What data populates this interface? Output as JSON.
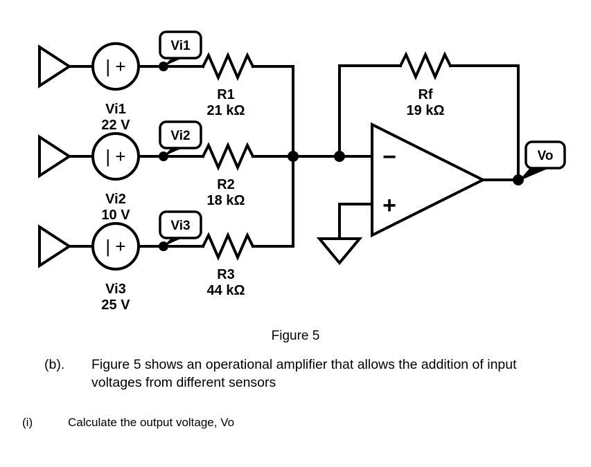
{
  "figure": {
    "caption": "Figure 5",
    "sources": [
      {
        "id": "vi1",
        "callout": "Vi1",
        "name": "Vi1",
        "value": "22 V"
      },
      {
        "id": "vi2",
        "callout": "Vi2",
        "name": "Vi2",
        "value": "10 V"
      },
      {
        "id": "vi3",
        "callout": "Vi3",
        "name": "Vi3",
        "value": "25 V"
      }
    ],
    "resistors": [
      {
        "id": "r1",
        "name": "R1",
        "value": "21 kΩ"
      },
      {
        "id": "r2",
        "name": "R2",
        "value": "18 kΩ"
      },
      {
        "id": "r3",
        "name": "R3",
        "value": "44 kΩ"
      },
      {
        "id": "rf",
        "name": "Rf",
        "value": "19 kΩ"
      }
    ],
    "opamp": {
      "inverting_sign": "−",
      "noninverting_sign": "+",
      "output_callout": "Vo"
    },
    "source_glyph": "| +",
    "colors": {
      "line": "#000000",
      "text": "#000000",
      "background": "#ffffff"
    }
  },
  "question": {
    "part_b_marker": "(b).",
    "part_b_text": "Figure 5 shows an operational amplifier that allows the addition of input voltages  from different sensors",
    "part_i_marker": "(i)",
    "part_i_text": "Calculate the output voltage, Vo"
  },
  "chart_data": {
    "type": "diagram",
    "title": "Figure 5",
    "description": "Summing (inverting) operational amplifier circuit with three input voltage sources",
    "nodes": [
      {
        "name": "Vi1",
        "type": "voltage-source",
        "value": 22,
        "unit": "V"
      },
      {
        "name": "Vi2",
        "type": "voltage-source",
        "value": 10,
        "unit": "V"
      },
      {
        "name": "Vi3",
        "type": "voltage-source",
        "value": 25,
        "unit": "V"
      },
      {
        "name": "R1",
        "type": "resistor",
        "value": 21,
        "unit": "kΩ"
      },
      {
        "name": "R2",
        "type": "resistor",
        "value": 18,
        "unit": "kΩ"
      },
      {
        "name": "R3",
        "type": "resistor",
        "value": 44,
        "unit": "kΩ"
      },
      {
        "name": "Rf",
        "type": "resistor",
        "value": 19,
        "unit": "kΩ"
      },
      {
        "name": "Vo",
        "type": "output-node"
      },
      {
        "name": "GND",
        "type": "ground"
      }
    ],
    "edges": [
      {
        "from": "Vi1",
        "to": "R1"
      },
      {
        "from": "Vi2",
        "to": "R2"
      },
      {
        "from": "Vi3",
        "to": "R3"
      },
      {
        "from": "R1",
        "to": "opamp-inverting"
      },
      {
        "from": "R2",
        "to": "opamp-inverting"
      },
      {
        "from": "R3",
        "to": "opamp-inverting"
      },
      {
        "from": "opamp-inverting",
        "to": "Rf"
      },
      {
        "from": "Rf",
        "to": "Vo"
      },
      {
        "from": "opamp-output",
        "to": "Vo"
      },
      {
        "from": "opamp-noninverting",
        "to": "GND"
      }
    ]
  }
}
